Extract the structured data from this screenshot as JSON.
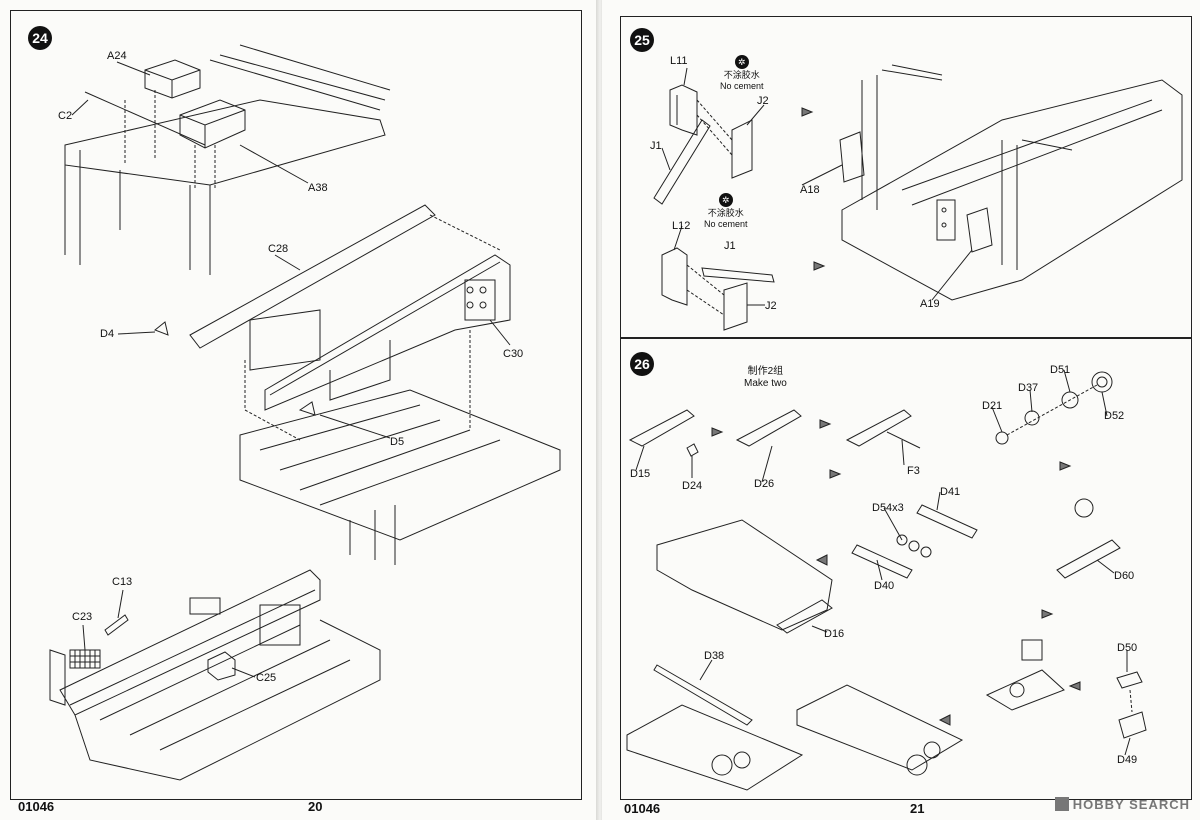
{
  "left_page": {
    "step": "24",
    "catalog_number": "01046",
    "page_number": "20",
    "labels": {
      "a24": "A24",
      "c2": "C2",
      "a38": "A38",
      "c28": "C28",
      "d4": "D4",
      "c30": "C30",
      "d5": "D5",
      "c13": "C13",
      "c23": "C23",
      "c25": "C25"
    }
  },
  "right_page": {
    "step_25": "25",
    "step_26": "26",
    "catalog_number": "01046",
    "page_number": "21",
    "no_cement_cn": "不涂胶水",
    "no_cement_en": "No cement",
    "make_two_cn": "制作2组",
    "make_two_en": "Make two",
    "labels": {
      "l11": "L11",
      "j2_top": "J2",
      "j1_top": "J1",
      "l12": "L12",
      "j1_bottom": "J1",
      "j2_bottom": "J2",
      "a18": "A18",
      "a19": "A19",
      "d15": "D15",
      "d24": "D24",
      "d26": "D26",
      "f3": "F3",
      "d21": "D21",
      "d37": "D37",
      "d51": "D51",
      "d52": "D52",
      "d54x3": "D54x3",
      "d41": "D41",
      "d40": "D40",
      "d60": "D60",
      "d16": "D16",
      "d38": "D38",
      "d50": "D50",
      "d49": "D49"
    }
  },
  "watermark": "HOBBY SEARCH"
}
